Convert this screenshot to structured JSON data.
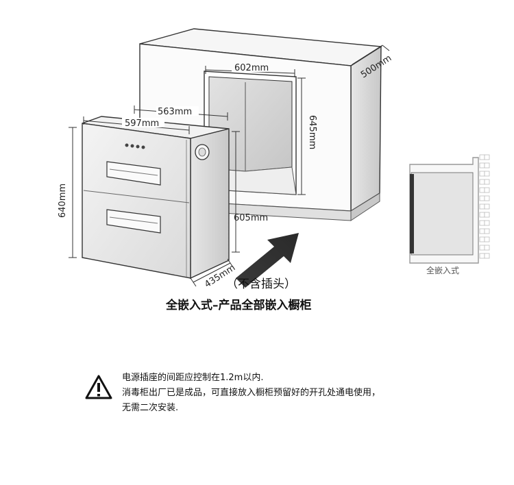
{
  "dimensions": {
    "cabinet_depth": "500mm",
    "opening_width": "602mm",
    "opening_height": "645mm",
    "opening_bottom": "605mm",
    "unit_top_depth": "563mm",
    "unit_width": "597mm",
    "unit_height": "640mm",
    "unit_depth": "435mm"
  },
  "inset_label": "全嵌入式",
  "captions": {
    "no_plug": "（不含插头）",
    "install_type": "全嵌入式–产品全部嵌入橱柜"
  },
  "warning": {
    "lines": [
      "电源插座的间距应控制在1.2m以内.",
      "消毒柜出厂已是成品，可直接放入橱柜预留好的开孔处通电使用，",
      "无需二次安装."
    ]
  }
}
